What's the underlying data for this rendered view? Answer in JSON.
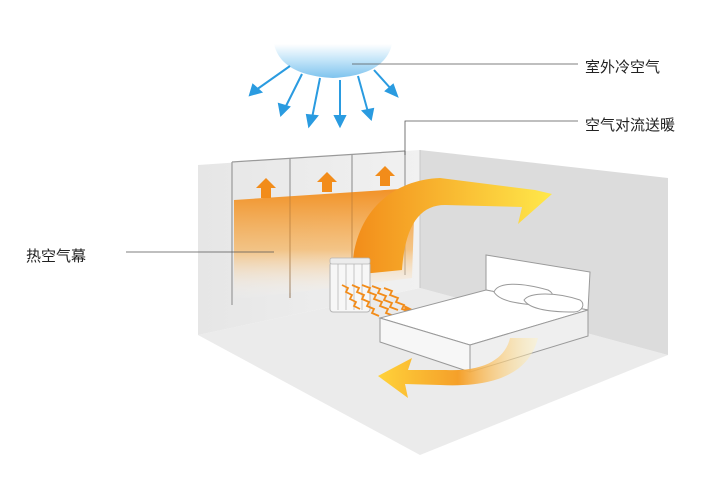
{
  "labels": {
    "outdoor_cold_air": "室外冷空气",
    "air_convection_heating": "空气对流送暖",
    "hot_air_curtain": "热空气幕"
  },
  "colors": {
    "cold_air": "#2a9be0",
    "hot_air_orange": "#f28c1a",
    "hot_air_yellow": "#ffe84a",
    "wall": "#dedede",
    "floor": "#ececec"
  }
}
